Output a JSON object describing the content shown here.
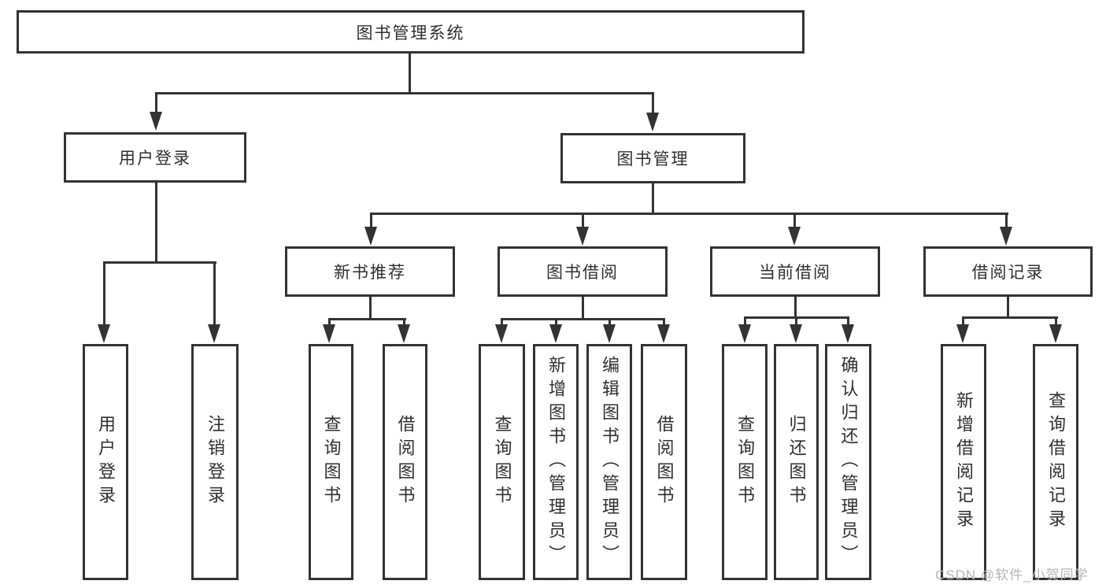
{
  "diagram": {
    "root": "图书管理系统",
    "branches": {
      "user": {
        "label": "用户登录",
        "children": [
          "用户登录",
          "注销登录"
        ]
      },
      "book": {
        "label": "图书管理",
        "sections": [
          {
            "label": "新书推荐",
            "children": [
              "查询图书",
              "借阅图书"
            ]
          },
          {
            "label": "图书借阅",
            "children": [
              "查询图书",
              "新增图书（管理员）",
              "编辑图书（管理员）",
              "借阅图书"
            ]
          },
          {
            "label": "当前借阅",
            "children": [
              "查询图书",
              "归还图书",
              "确认归还（管理员）"
            ]
          },
          {
            "label": "借阅记录",
            "children": [
              "新增借阅记录",
              "查询借阅记录"
            ]
          }
        ]
      }
    },
    "watermark": "CSDN @软件_小贺同学",
    "colors": {
      "line": "#333333",
      "text": "#2f2f2f",
      "watermark": "#b5b5b5",
      "background": "#ffffff"
    }
  }
}
